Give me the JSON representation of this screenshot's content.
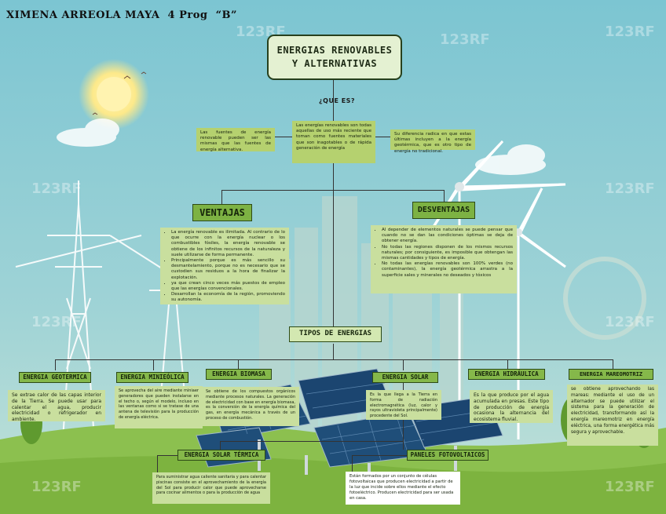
{
  "header": {
    "author": "XIMENA ARREOLA MAYA  4 Prog  “B”"
  },
  "title": {
    "line1": "ENERGIAS RENOVABLES",
    "line2": "Y ALTERNATIVAS"
  },
  "question": "¿QUE ES?",
  "definition": {
    "center": "Las energías renovables son todas aquellas de uso más reciente que toman como fuentes materiales que son inagotables o de rápida generación de energía",
    "left": "Las fuentes de energía renovable pueden ser las mismas que las fuentes de energía alternativa.",
    "right": "Su diferencia radica en que estas últimas incluyen a la energía geotérmica, que es otro tipo de energía no tradicional."
  },
  "ventajas": {
    "label": "VENTAJAS",
    "items": [
      "La energía renovable es ilimitada. Al contrario de lo que ocurre con la energía nuclear o los combustibles fósiles, la energía renovable se obtiene de los infinitos recursos de la naturaleza y suele utilizarse de forma permanente.",
      "Principalmente porque es más sencillo su desmantelamiento, porque no es necesario que se custodien sus residuos a la hora de finalizar la explotación.",
      "ya que crean cinco veces más puestos de empleo que las energías convencionales.",
      "Desarrollan la economía de la región, promoviendo su autonomía."
    ]
  },
  "desventajas": {
    "label": "DESVENTAJAS",
    "items": [
      "Al depender de elementos naturales se puede pensar que cuando no se dan las condiciones óptimas se deja de obtener energía.",
      "No todas las regiones disponen de los mismos recursos naturales; por consiguiente, es imposible que obtengan las mismas cantidades y tipos de energía.",
      "No todas las energías renovables son 100% verdes (no contaminantes), la energía geotérmica arrastra a la superficie sales y minerales no deseados y tóxicos"
    ]
  },
  "tipos": {
    "label": "TIPOS DE ENERGIAS",
    "items": [
      {
        "label": "ENERGIA GEOTERMICA",
        "text": "Se extrae calor de las capas interior de la Tierra. Se puede usar para calentar el agua, producir electricidad o refrigerador en ambiente."
      },
      {
        "label": "ENERGIA MINIEÓLICA",
        "text": "Se aprovecha del aire mediante miniaer generadores que pueden instalarse en el techo o, según el modelo, incluso en las ventanas como si se tratase de una antena de televisión para la producción de energía eléctrica."
      },
      {
        "label": "ENERGIA BIOMASA",
        "text": "Se obtiene de los compuestos orgánicos mediante procesos naturales. La generación de electricidad con base en energía biomasa, es la conversión de la energía química del gas, en energía mecánica a través de un proceso de combustión."
      },
      {
        "label": "ENERGIA SOLAR",
        "text": "Es la que llega a la Tierra en forma de radiación electromagnética (luz, calor y rayos ultravioleta principalmente) procedente del Sol."
      },
      {
        "label": "ENERGIA HIDRÁULICA",
        "text": "Es la que produce por el agua acumulada en presas. Este tipo de producción de energía ocasiona la alternancia del ecosistema fluvial."
      },
      {
        "label": "ENERGIA MAREOMOTRIZ",
        "text": "se obtiene aprovechando las mareas: mediante el uso de un alternador se puede utilizar el sistema para la generación de electricidad, transformando así la energía mareomotriz en energía eléctrica, una forma energética más segura y aprovechable."
      }
    ]
  },
  "solar_termica": {
    "label": "ENERGIA SOLAR TÉRMICA",
    "text": "Para suministrar agua caliente sanitaria y para calentar piscinas consiste en el aprovechamiento de la energía del Sol para producir calor que puede aprovecharse para cocinar alimentos o para la producción de agua"
  },
  "paneles": {
    "label": "PANELES FOTOVOLTAICOS",
    "text": "Están formados por un conjunto de células fotovoltaicas que producen electricidad a partir de la luz que incide sobre ellos mediante el efecto fotoeléctrico. Producen electricidad para ser usada en casa."
  },
  "watermark": "123RF",
  "colors": {
    "sky": "#7fc4cf",
    "grass": "#8cc04f",
    "box": "#c9df9e",
    "label": "#7db243",
    "panel": "#1f4e79"
  }
}
